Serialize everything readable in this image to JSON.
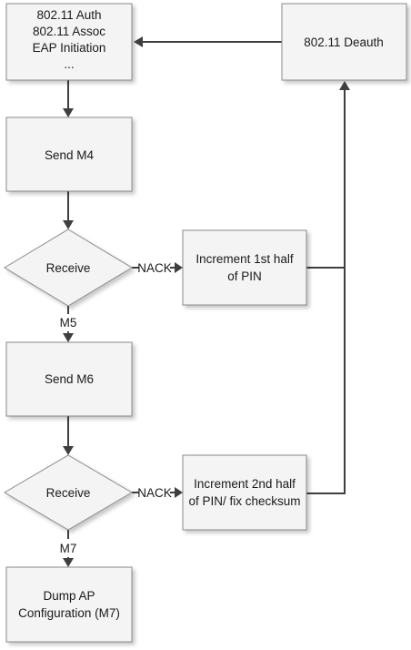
{
  "nodes": {
    "init": {
      "lines": [
        "802.11 Auth",
        "802.11 Assoc",
        "EAP Initiation",
        "..."
      ]
    },
    "send_m4": {
      "lines": [
        "Send M4"
      ]
    },
    "receive_1": {
      "lines": [
        "Receive"
      ]
    },
    "increment_1": {
      "lines": [
        "Increment 1st half",
        "of PIN"
      ]
    },
    "deauth": {
      "lines": [
        "802.11 Deauth"
      ]
    },
    "send_m6": {
      "lines": [
        "Send M6"
      ]
    },
    "receive_2": {
      "lines": [
        "Receive"
      ]
    },
    "increment_2": {
      "lines": [
        "Increment 2nd half",
        "of PIN/ fix checksum"
      ]
    },
    "dump": {
      "lines": [
        "Dump AP",
        "Configuration (M7)"
      ]
    }
  },
  "edges": {
    "nack_1": "NACK",
    "m5": "M5",
    "nack_2": "NACK",
    "m7": "M7"
  },
  "colors": {
    "box_fill": "#f4f4f4",
    "box_stroke": "#8a8a8a",
    "line": "#3f3f3f"
  }
}
